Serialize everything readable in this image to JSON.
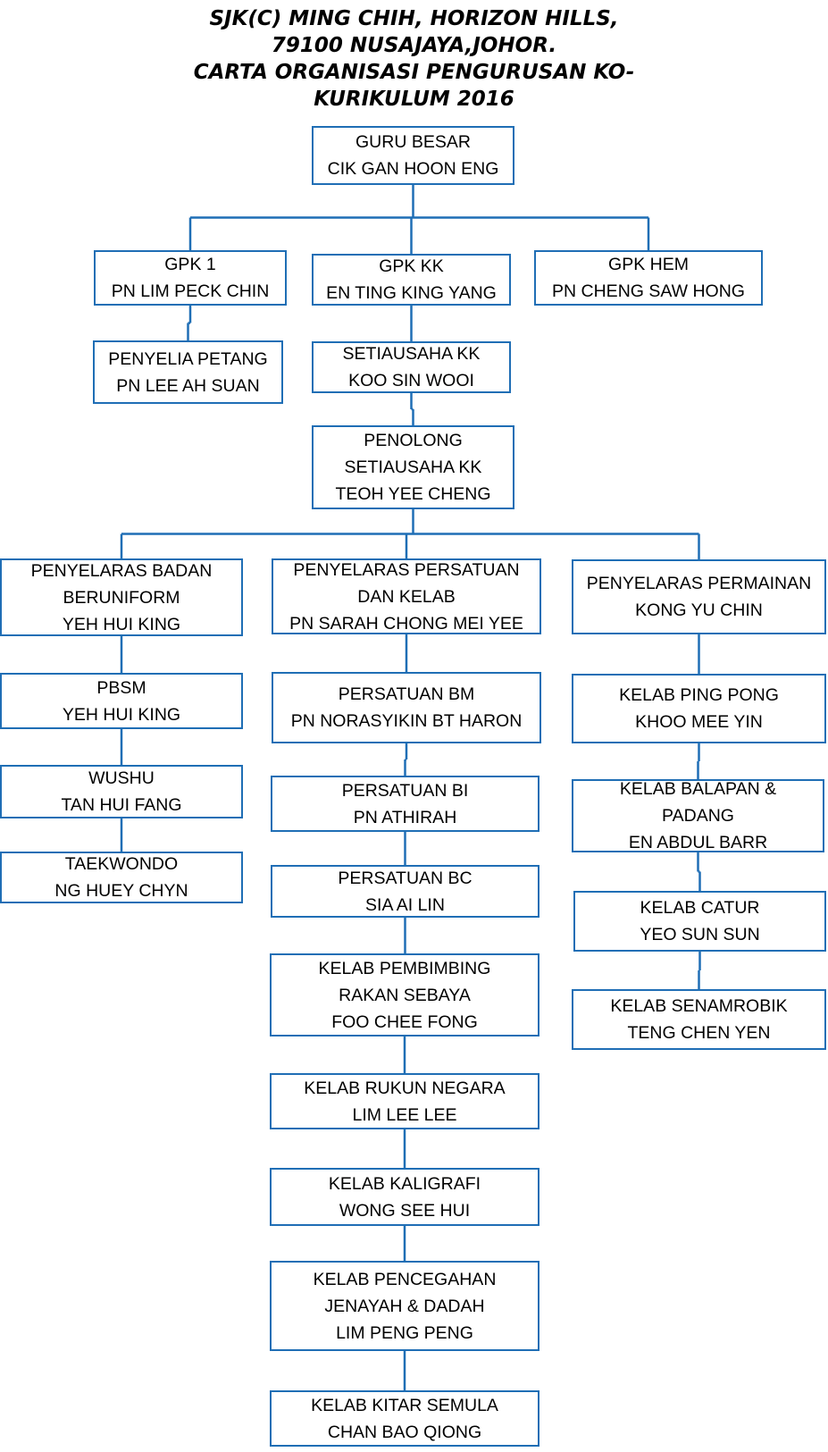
{
  "title": [
    "SJK(C) MING CHIH, HORIZON HILLS,",
    "79100 NUSAJAYA,JOHOR.",
    "CARTA ORGANISASI PENGURUSAN KO-",
    "KURIKULUM 2016"
  ],
  "colors": {
    "border": "#1f6eb5",
    "connector": "#1f6eb5",
    "text": "#000000"
  },
  "nodes": {
    "guru_besar": {
      "lines": [
        "GURU BESAR",
        "CIK GAN HOON ENG"
      ]
    },
    "gpk1": {
      "lines": [
        "GPK 1",
        "PN LIM PECK CHIN"
      ]
    },
    "gpk_kk": {
      "lines": [
        "GPK KK",
        "EN TING KING YANG"
      ]
    },
    "gpk_hem": {
      "lines": [
        "GPK HEM",
        "PN CHENG SAW HONG"
      ]
    },
    "penyelia_petang": {
      "lines": [
        "PENYELIA PETANG",
        "PN LEE AH SUAN"
      ]
    },
    "setiausaha_kk": {
      "lines": [
        "SETIAUSAHA KK",
        "KOO SIN WOOI"
      ]
    },
    "penolong_setiausaha_kk": {
      "lines": [
        "PENOLONG",
        "SETIAUSAHA KK",
        "TEOH YEE CHENG"
      ]
    },
    "penyelaras_badan_beruniform": {
      "lines": [
        "PENYELARAS BADAN",
        "BERUNIFORM",
        "YEH HUI KING"
      ]
    },
    "pbsm": {
      "lines": [
        "PBSM",
        "YEH HUI KING"
      ]
    },
    "wushu": {
      "lines": [
        "WUSHU",
        "TAN HUI FANG"
      ]
    },
    "taekwondo": {
      "lines": [
        "TAEKWONDO",
        "NG HUEY CHYN"
      ]
    },
    "penyelaras_persatuan_kelab": {
      "lines": [
        "PENYELARAS PERSATUAN",
        "DAN KELAB",
        "PN SARAH CHONG MEI YEE"
      ]
    },
    "persatuan_bm": {
      "lines": [
        "PERSATUAN BM",
        "PN NORASYIKIN BT HARON"
      ]
    },
    "persatuan_bi": {
      "lines": [
        "PERSATUAN BI",
        "PN ATHIRAH"
      ]
    },
    "persatuan_bc": {
      "lines": [
        "PERSATUAN BC",
        "SIA AI LIN"
      ]
    },
    "kelab_pembimbing": {
      "lines": [
        "KELAB PEMBIMBING",
        "RAKAN SEBAYA",
        "FOO CHEE FONG"
      ]
    },
    "kelab_rukun_negara": {
      "lines": [
        "KELAB RUKUN NEGARA",
        "LIM LEE LEE"
      ]
    },
    "kelab_kaligrafi": {
      "lines": [
        "KELAB KALIGRAFI",
        "WONG SEE HUI"
      ]
    },
    "kelab_pencegahan": {
      "lines": [
        "KELAB PENCEGAHAN",
        "JENAYAH & DADAH",
        "LIM PENG PENG"
      ]
    },
    "kelab_kitar_semula": {
      "lines": [
        "KELAB KITAR SEMULA",
        "CHAN BAO QIONG"
      ]
    },
    "penyelaras_permainan": {
      "lines": [
        "PENYELARAS PERMAINAN",
        "KONG YU CHIN"
      ]
    },
    "kelab_ping_pong": {
      "lines": [
        "KELAB PING PONG",
        "KHOO MEE YIN"
      ]
    },
    "kelab_balapan": {
      "lines": [
        "KELAB BALAPAN &",
        "PADANG",
        "EN ABDUL BARR"
      ]
    },
    "kelab_catur": {
      "lines": [
        "KELAB  CATUR",
        "YEO SUN SUN"
      ]
    },
    "kelab_senamrobik": {
      "lines": [
        "KELAB  SENAMROBIK",
        "TENG CHEN YEN"
      ]
    }
  },
  "edges": [
    [
      "guru_besar",
      "gpk1"
    ],
    [
      "guru_besar",
      "gpk_kk"
    ],
    [
      "guru_besar",
      "gpk_hem"
    ],
    [
      "gpk1",
      "penyelia_petang"
    ],
    [
      "gpk_kk",
      "setiausaha_kk"
    ],
    [
      "setiausaha_kk",
      "penolong_setiausaha_kk"
    ],
    [
      "penolong_setiausaha_kk",
      "penyelaras_badan_beruniform"
    ],
    [
      "penolong_setiausaha_kk",
      "penyelaras_persatuan_kelab"
    ],
    [
      "penolong_setiausaha_kk",
      "penyelaras_permainan"
    ],
    [
      "penyelaras_badan_beruniform",
      "pbsm"
    ],
    [
      "pbsm",
      "wushu"
    ],
    [
      "wushu",
      "taekwondo"
    ],
    [
      "penyelaras_persatuan_kelab",
      "persatuan_bm"
    ],
    [
      "persatuan_bm",
      "persatuan_bi"
    ],
    [
      "persatuan_bi",
      "persatuan_bc"
    ],
    [
      "persatuan_bc",
      "kelab_pembimbing"
    ],
    [
      "kelab_pembimbing",
      "kelab_rukun_negara"
    ],
    [
      "kelab_rukun_negara",
      "kelab_kaligrafi"
    ],
    [
      "kelab_kaligrafi",
      "kelab_pencegahan"
    ],
    [
      "kelab_pencegahan",
      "kelab_kitar_semula"
    ],
    [
      "penyelaras_permainan",
      "kelab_ping_pong"
    ],
    [
      "kelab_ping_pong",
      "kelab_balapan"
    ],
    [
      "kelab_balapan",
      "kelab_catur"
    ],
    [
      "kelab_catur",
      "kelab_senamrobik"
    ]
  ]
}
